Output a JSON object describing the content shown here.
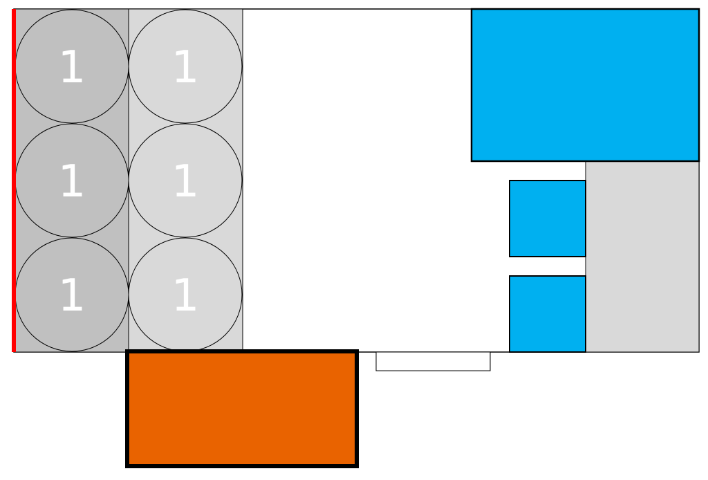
{
  "colors": {
    "background": "#ffffff",
    "outline": "#000000",
    "column_dark": "#c0c0c0",
    "column_light": "#d9d9d9",
    "wall_accent": "#ff0000",
    "blue_block": "#00b0f0",
    "orange_block": "#e96300",
    "side_panel": "#d9d9d9",
    "label_text": "#ffffff"
  },
  "slots": {
    "column_a": [
      "1",
      "1",
      "1"
    ],
    "column_b": [
      "1",
      "1",
      "1"
    ]
  }
}
